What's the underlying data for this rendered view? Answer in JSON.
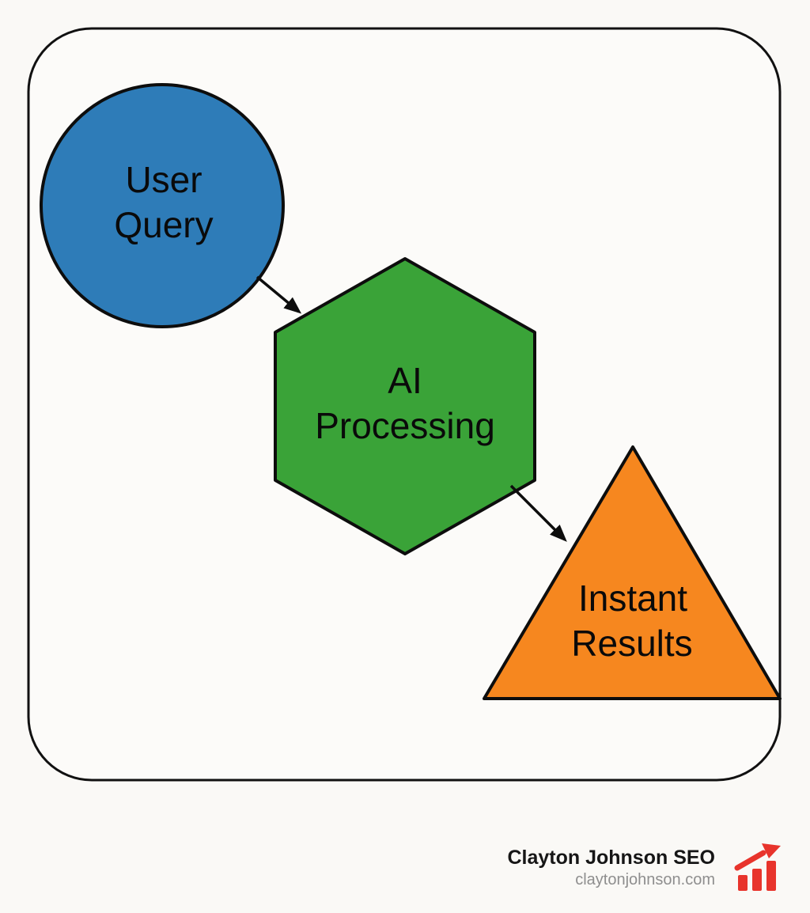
{
  "diagram": {
    "nodes": [
      {
        "id": "user-query",
        "shape": "circle",
        "color": "#2e7cb8",
        "line1": "User",
        "line2": "Query"
      },
      {
        "id": "ai-processing",
        "shape": "hexagon",
        "color": "#3aa338",
        "line1": "AI",
        "line2": "Processing"
      },
      {
        "id": "instant-results",
        "shape": "triangle",
        "color": "#f6871f",
        "line1": "Instant",
        "line2": "Results"
      }
    ],
    "connections": [
      {
        "from": "user-query",
        "to": "ai-processing"
      },
      {
        "from": "ai-processing",
        "to": "instant-results"
      }
    ]
  },
  "footer": {
    "brand_name": "Clayton Johnson SEO",
    "website": "claytonjohnson.com",
    "icon": "growth-chart-icon",
    "icon_color": "#e8342c"
  }
}
